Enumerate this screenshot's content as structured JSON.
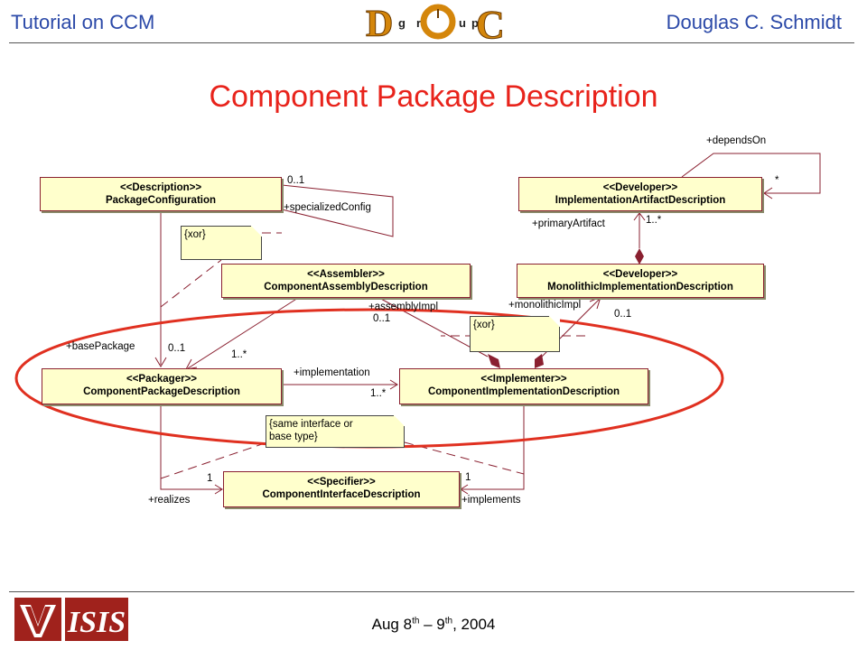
{
  "header": {
    "left": "Tutorial on CCM",
    "right": "Douglas C. Schmidt",
    "logo_letters": [
      "D",
      "g",
      "r",
      "o",
      "u",
      "p",
      "C"
    ]
  },
  "title": "Component Package Description",
  "classes": {
    "package_config": {
      "stereotype": "<<Description>>",
      "name": "PackageConfiguration"
    },
    "impl_artifact": {
      "stereotype": "<<Developer>>",
      "name": "ImplementationArtifactDescription"
    },
    "assembly": {
      "stereotype": "<<Assembler>>",
      "name": "ComponentAssemblyDescription"
    },
    "monolithic": {
      "stereotype": "<<Developer>>",
      "name": "MonolithicImplementationDescription"
    },
    "package": {
      "stereotype": "<<Packager>>",
      "name": "ComponentPackageDescription"
    },
    "implementation": {
      "stereotype": "<<Implementer>>",
      "name": "ComponentImplementationDescription"
    },
    "interface": {
      "stereotype": "<<Specifier>>",
      "name": "ComponentInterfaceDescription"
    }
  },
  "notes": {
    "xor1": "{xor}",
    "xor2": "{xor}",
    "same_iface_1": "{same interface or",
    "same_iface_2": "base type}"
  },
  "labels": {
    "l01": "0..1",
    "l02": "+specializedConfig",
    "l03": "+dependsOn",
    "l04": "*",
    "l05": "+primaryArtifact",
    "l06": "1..*",
    "l07": "+assemblyImpl",
    "l08": "0..1",
    "l09": "+monolithicImpl",
    "l10": "0..1",
    "l11": "+basePackage",
    "l12": "0..1",
    "l13": "1..*",
    "l14": "+implementation",
    "l15": "1..*",
    "l16": "1",
    "l17": "+realizes",
    "l18": "1",
    "l19": "+implements"
  },
  "footer": {
    "date_a": "Aug 8",
    "date_sup1": "th",
    "date_b": " – 9",
    "date_sup2": "th",
    "date_c": ", 2004",
    "logo_isis": "ISIS"
  },
  "colors": {
    "header_text": "#2b49a8",
    "title": "#e8231b",
    "ellipse": "#e03020",
    "line": "#8a2030",
    "class_fill": "#ffffcc"
  }
}
